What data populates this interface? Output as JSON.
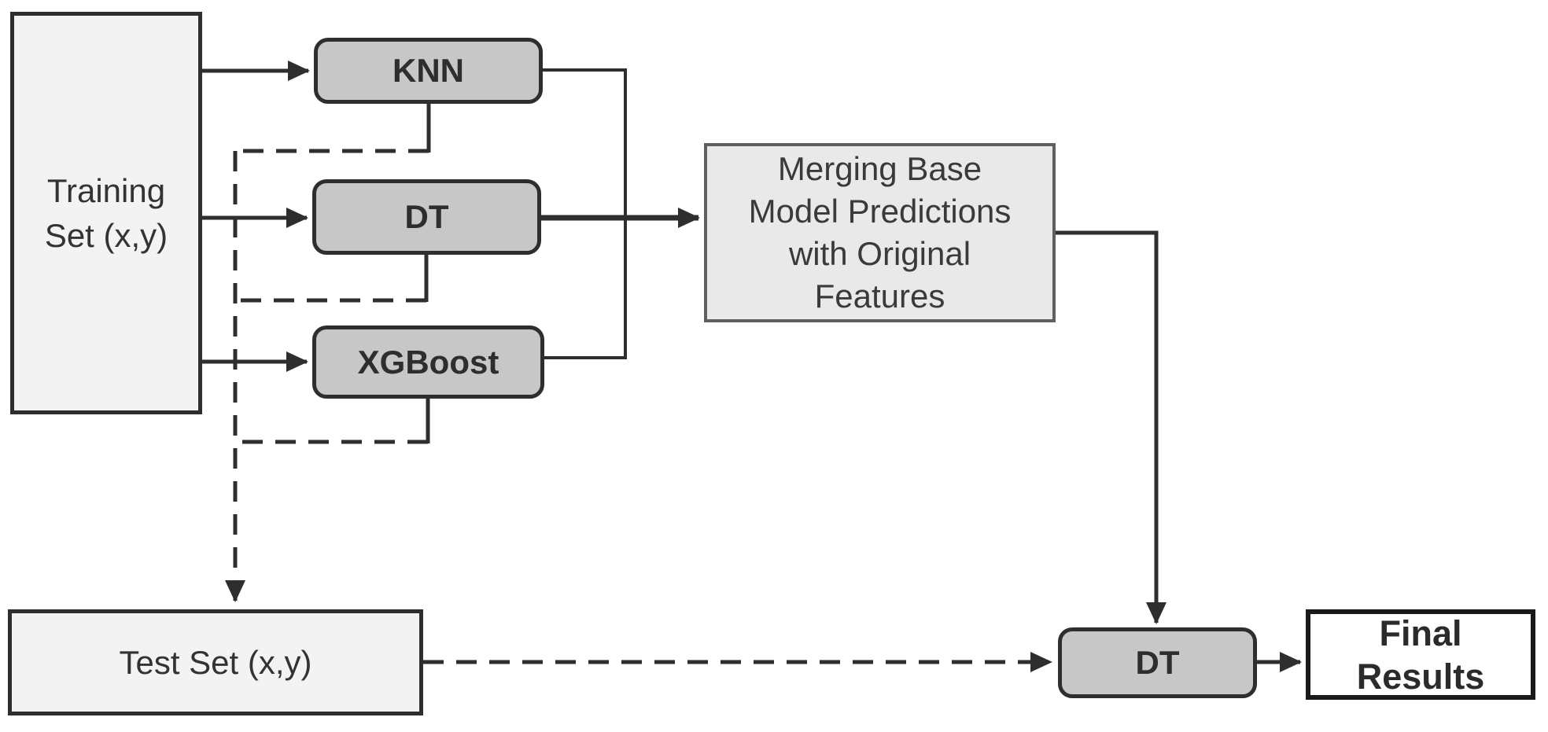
{
  "diagram": {
    "type": "flowchart",
    "description_visible_only": "stacking ensemble flow: training set feeds base models whose predictions merge with original features into a meta DT that scores the test set",
    "boxes": {
      "training_set": {
        "line1": "Training",
        "line2": "Set (x,y)"
      },
      "knn": {
        "label": "KNN"
      },
      "dt_base": {
        "label": "DT"
      },
      "xgboost": {
        "label": "XGBoost"
      },
      "merging": {
        "line1": "Merging Base",
        "line2": "Model Predictions",
        "line3": "with Original",
        "line4": "Features"
      },
      "test_set": {
        "label": "Test Set (x,y)"
      },
      "dt_meta": {
        "label": "DT"
      },
      "final_results": {
        "line1": "Final",
        "line2": "Results"
      }
    },
    "edges": [
      {
        "from": "training_set",
        "to": "knn",
        "style": "solid-arrow"
      },
      {
        "from": "training_set",
        "to": "dt_base",
        "style": "solid-arrow"
      },
      {
        "from": "training_set",
        "to": "xgboost",
        "style": "solid-arrow"
      },
      {
        "from": "knn",
        "to": "merging",
        "style": "solid"
      },
      {
        "from": "dt_base",
        "to": "merging",
        "style": "solid-arrow"
      },
      {
        "from": "xgboost",
        "to": "merging",
        "style": "solid"
      },
      {
        "from": "merging",
        "to": "dt_meta",
        "style": "solid-arrow"
      },
      {
        "from": "knn",
        "to": "test_set",
        "style": "dashed"
      },
      {
        "from": "dt_base",
        "to": "test_set",
        "style": "dashed"
      },
      {
        "from": "xgboost",
        "to": "test_set",
        "style": "dashed-arrow"
      },
      {
        "from": "test_set",
        "to": "dt_meta",
        "style": "dashed-arrow"
      },
      {
        "from": "dt_meta",
        "to": "final_results",
        "style": "solid-arrow"
      }
    ],
    "colors": {
      "box_light_fill": "#f3f3f3",
      "box_model_fill": "#c7c7c7",
      "box_merge_fill": "#e9e9e9",
      "box_final_fill": "#ffffff",
      "line_and_border": "#2e2e2e",
      "merge_border": "#5f5f5f",
      "text": "#333333"
    }
  }
}
